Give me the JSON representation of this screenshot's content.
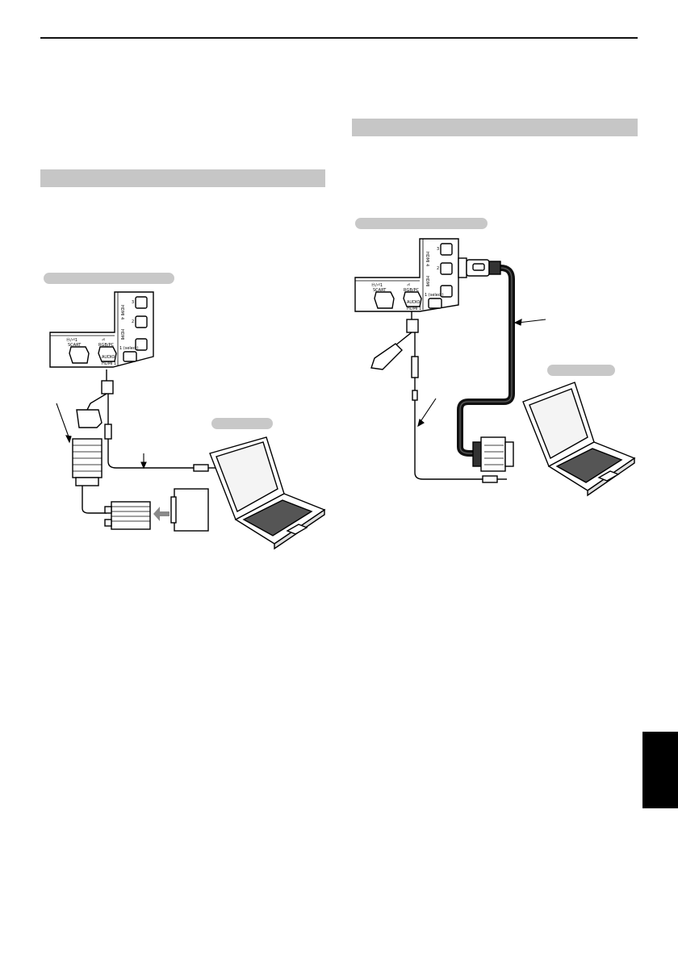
{
  "page": {
    "side_tab_color": "#000000",
    "section_bar_color": "#c6c6c6",
    "label_pill_color": "#c8c8c8"
  },
  "figure_left": {
    "panel_labels": {
      "col1_top": "Ⓗ/⏎1",
      "col1_bottom": "SCART",
      "col2_top": "⏎",
      "col2_bottom": "RGB/PC",
      "hdmi_side": "HDMI",
      "hdmi4": "HDMI 4",
      "audio": "AUDIO",
      "hdmi1": "HDMI 1",
      "slot3": "3",
      "slot2": "2",
      "slot1": "1 (select)"
    }
  },
  "figure_right": {
    "panel_labels": {
      "col1_top": "Ⓗ/⏎1",
      "col1_bottom": "SCART",
      "col2_top": "⏎",
      "col2_bottom": "RGB/PC",
      "hdmi_side": "HDMI",
      "hdmi4": "HDMI 4",
      "audio": "AUDIO",
      "hdmi1": "HDMI 1",
      "slot3": "3",
      "slot2": "2",
      "slot1": "1 (select)"
    }
  }
}
